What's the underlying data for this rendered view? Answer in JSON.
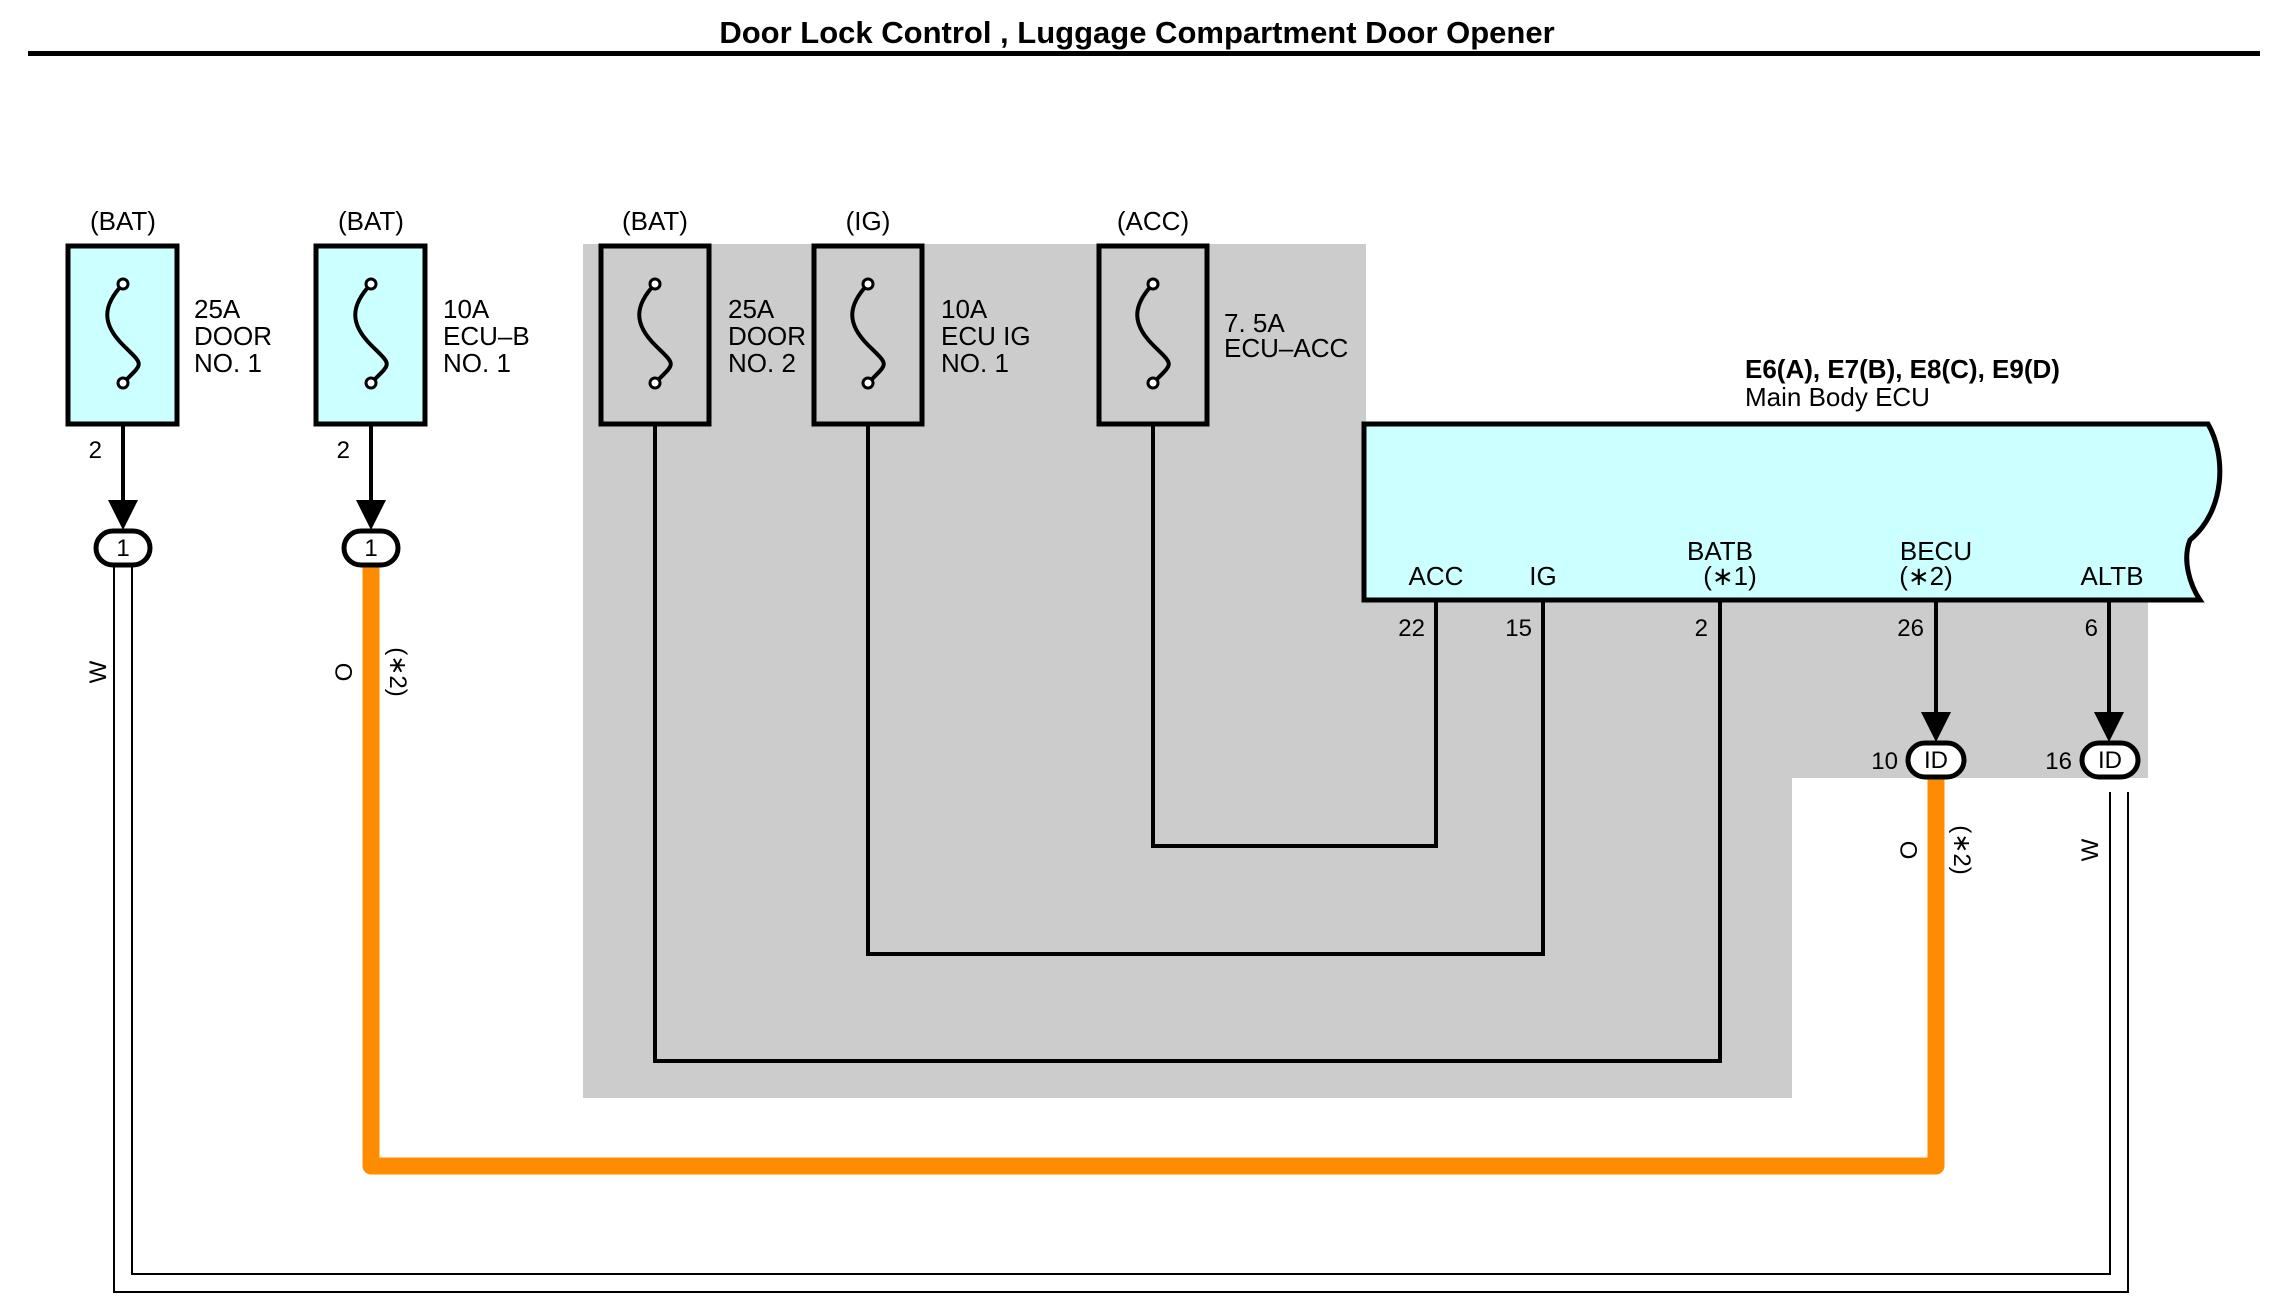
{
  "title": "Door Lock Control , Luggage Compartment Door Opener",
  "colors": {
    "fuse_fill": "#ccffff",
    "shade": "#cccccc",
    "orange_wire": "#ff8c00",
    "white_wire": "#ffffff"
  },
  "fuses": [
    {
      "source": "(BAT)",
      "rating": "25A",
      "name1": "DOOR",
      "name2": "NO. 1",
      "pin": "2"
    },
    {
      "source": "(BAT)",
      "rating": "10A",
      "name1": "ECU–B",
      "name2": "NO. 1",
      "pin": "2"
    },
    {
      "source": "(BAT)",
      "rating": "25A",
      "name1": "DOOR",
      "name2": "NO. 2",
      "pin": ""
    },
    {
      "source": "(IG)",
      "rating": "10A",
      "name1": "ECU IG",
      "name2": "NO. 1",
      "pin": ""
    },
    {
      "source": "(ACC)",
      "rating": "7. 5A",
      "name1": "ECU–ACC",
      "name2": "",
      "pin": ""
    }
  ],
  "ecu": {
    "connectors": "E6(A), E7(B), E8(C), E9(D)",
    "name": "Main Body ECU",
    "terminals": [
      {
        "name": "ACC",
        "note": "",
        "pin": "22"
      },
      {
        "name": "IG",
        "note": "",
        "pin": "15"
      },
      {
        "name": "BATB",
        "note": "(∗1)",
        "pin": "2"
      },
      {
        "name": "BECU",
        "note": "(∗2)",
        "pin": "26"
      },
      {
        "name": "ALTB",
        "note": "",
        "pin": "6"
      }
    ]
  },
  "junctions": [
    {
      "label": "1",
      "pin": ""
    },
    {
      "label": "1",
      "pin": ""
    },
    {
      "label": "ID",
      "pin": "10"
    },
    {
      "label": "ID",
      "pin": "16"
    }
  ],
  "wire_labels": {
    "left_w": "W",
    "left_o": "O",
    "left_o_note": "(∗2)",
    "right_o": "O",
    "right_o_note": "(∗2)",
    "right_w": "W"
  }
}
